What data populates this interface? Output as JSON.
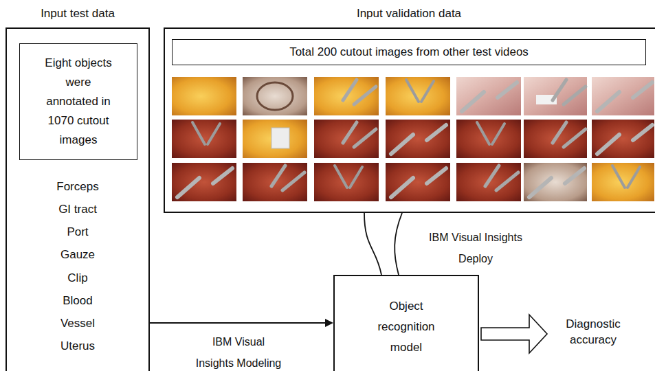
{
  "diagram": {
    "nodes": [
      {
        "text": [
          "Input test data",
          "Forceps",
          "GI tract",
          "Port",
          "Gauze",
          "Clip",
          "Blood",
          "Vessel",
          "Uterus"
        ]
      },
      {
        "text": [
          "Eight objects were annotated in 1070 cutout images"
        ],
        "in": 0
      },
      {
        "text": [
          "Input validation data"
        ]
      },
      {
        "text": [
          "Total 200 cutout images from other test videos"
        ],
        "in": 2
      },
      {
        "text": [
          "Object recognition model"
        ]
      }
    ],
    "edges": [
      {
        "from": 0,
        "to": 4,
        "arrow": "to",
        "label": "IBM Visual Insights Modeling"
      },
      {
        "from": 2,
        "to": 4,
        "arrow": "none",
        "label": "IBM Visual Insights Deploy"
      }
    ],
    "labels": [
      "Diagnostic accuracy"
    ]
  }
}
